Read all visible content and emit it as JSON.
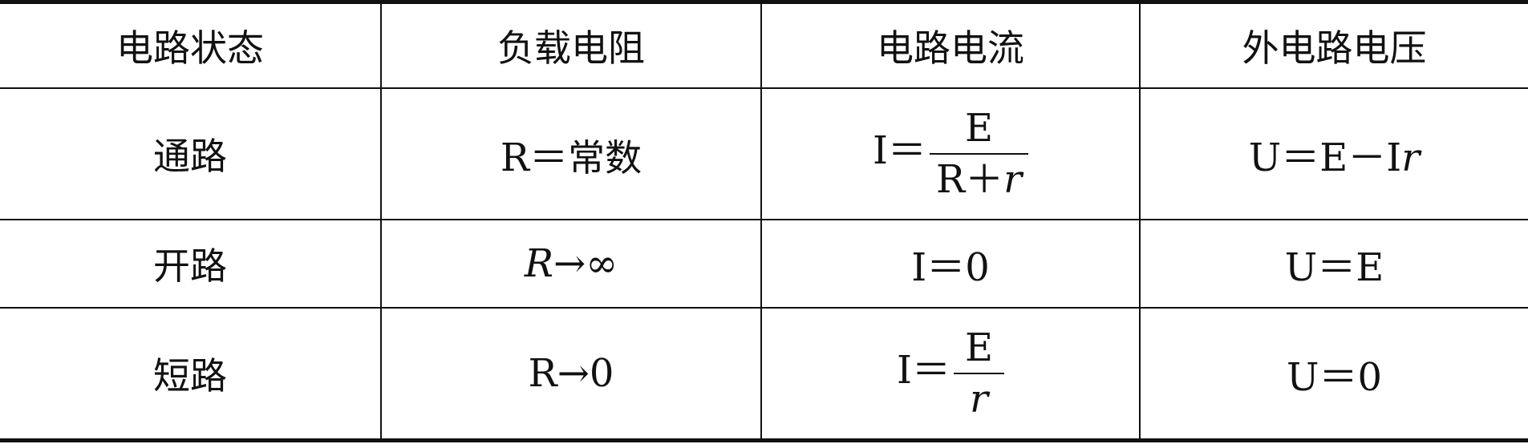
{
  "headers": [
    "电路状态",
    "负载电阻",
    "电路电流",
    "外电路电压"
  ],
  "rows": [
    {
      "state": "通路",
      "resistance": {
        "var": "R",
        "rel": "＝",
        "val": "常数"
      },
      "current": {
        "lhs": "I",
        "rel": "＝",
        "num": "E",
        "den_a": "R＋",
        "den_b": "r"
      },
      "voltage": {
        "lhs": "U",
        "rel": "＝",
        "a": "E－",
        "b": "I",
        "c": "r"
      }
    },
    {
      "state": "开路",
      "resistance": {
        "var": "R",
        "rel": "→",
        "val": "∞"
      },
      "current": {
        "text": "I＝0"
      },
      "voltage": {
        "text": "U＝E"
      }
    },
    {
      "state": "短路",
      "resistance": {
        "var": "R",
        "rel": "→",
        "val": "0"
      },
      "current": {
        "lhs": "I",
        "rel": "＝",
        "num": "E",
        "den": "r"
      },
      "voltage": {
        "text": "U＝0"
      }
    }
  ]
}
